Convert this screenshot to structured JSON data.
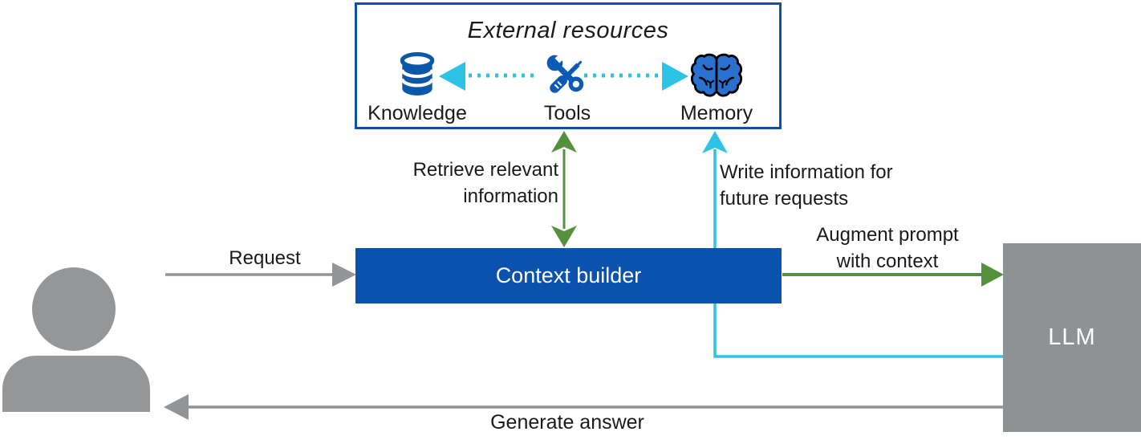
{
  "diagram_title": "Context builder with external resources and LLM",
  "colors": {
    "brand_blue": "#0a52ae",
    "icon_blue": "#0b5bb5",
    "brain_fill": "#2a70cf",
    "cyan": "#2cc3e5",
    "green": "#55913d",
    "arrow_gray": "#929497",
    "llm_gray": "#8f9295",
    "text": "#1a1a1a"
  },
  "external_resources": {
    "title": "External resources",
    "items": [
      {
        "label": "Knowledge",
        "icon": "database-icon"
      },
      {
        "label": "Tools",
        "icon": "tools-icon"
      },
      {
        "label": "Memory",
        "icon": "brain-icon"
      }
    ]
  },
  "nodes": {
    "user": {
      "icon": "person-icon"
    },
    "context_builder": {
      "label": "Context builder"
    },
    "llm": {
      "label": "LLM"
    }
  },
  "edges": {
    "request": {
      "label": "Request",
      "from": "user",
      "to": "context_builder",
      "color": "gray"
    },
    "retrieve": {
      "lines": [
        "Retrieve relevant",
        "information"
      ],
      "from": "context_builder",
      "to": "external_resources",
      "color": "green",
      "bidirectional": true
    },
    "write": {
      "lines": [
        "Write information for",
        "future requests"
      ],
      "from": "llm",
      "to": "memory",
      "color": "cyan"
    },
    "augment": {
      "lines": [
        "Augment prompt",
        "with context"
      ],
      "from": "context_builder",
      "to": "llm",
      "color": "green"
    },
    "generate": {
      "label": "Generate answer",
      "from": "llm",
      "to": "user",
      "color": "gray"
    },
    "tools_knowledge": {
      "style": "dotted",
      "color": "cyan"
    },
    "tools_memory": {
      "style": "dotted",
      "color": "cyan"
    }
  }
}
